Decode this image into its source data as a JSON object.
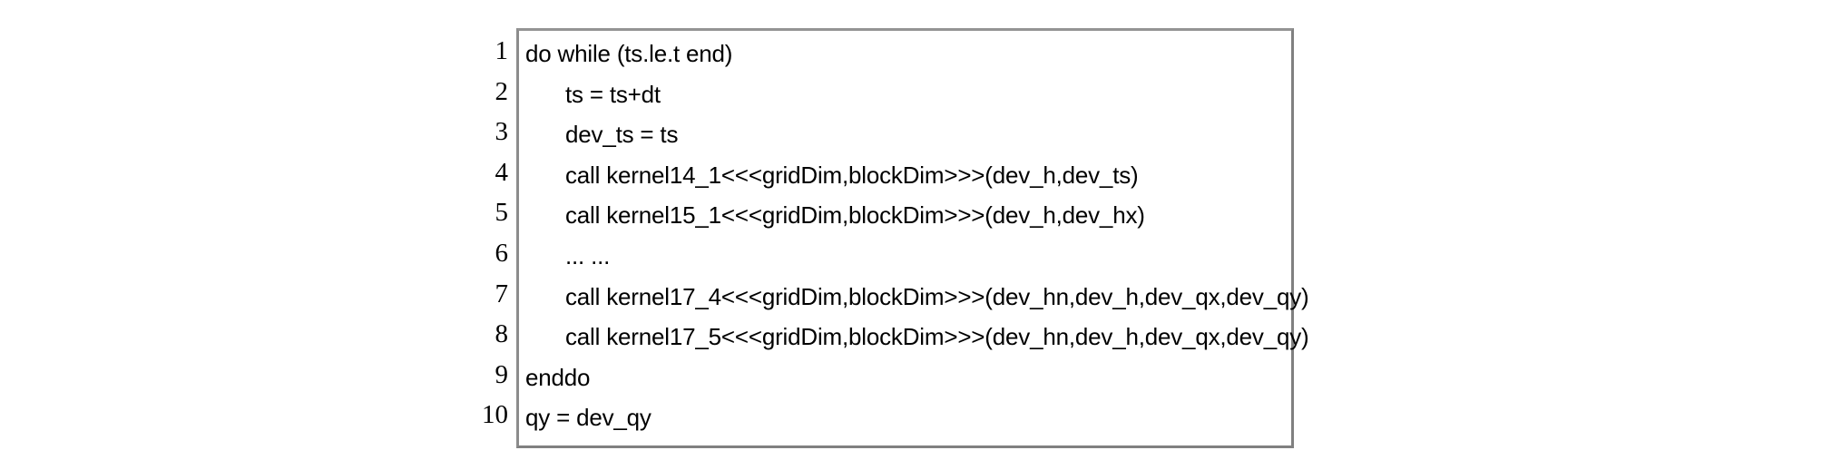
{
  "figure": {
    "kind": "code-listing",
    "language": "cuda-fortran",
    "border_color": "#808080",
    "text_color": "#000000",
    "background_color": "#ffffff"
  },
  "listing": {
    "lines": [
      {
        "number": "1",
        "code": "do while (ts.le.t end)",
        "indented": false
      },
      {
        "number": "2",
        "code": "ts = ts+dt",
        "indented": true
      },
      {
        "number": "3",
        "code": "dev_ts = ts",
        "indented": true
      },
      {
        "number": "4",
        "code": "call kernel14_1<<<gridDim,blockDim>>>(dev_h,dev_ts)",
        "indented": true
      },
      {
        "number": "5",
        "code": "call kernel15_1<<<gridDim,blockDim>>>(dev_h,dev_hx)",
        "indented": true
      },
      {
        "number": "6",
        "code": "... ...",
        "indented": true
      },
      {
        "number": "7",
        "code": "call kernel17_4<<<gridDim,blockDim>>>(dev_hn,dev_h,dev_qx,dev_qy)",
        "indented": true
      },
      {
        "number": "8",
        "code": "call kernel17_5<<<gridDim,blockDim>>>(dev_hn,dev_h,dev_qx,dev_qy)",
        "indented": true
      },
      {
        "number": "9",
        "code": "enddo",
        "indented": false
      },
      {
        "number": "10",
        "code": "qy = dev_qy",
        "indented": false
      }
    ]
  }
}
